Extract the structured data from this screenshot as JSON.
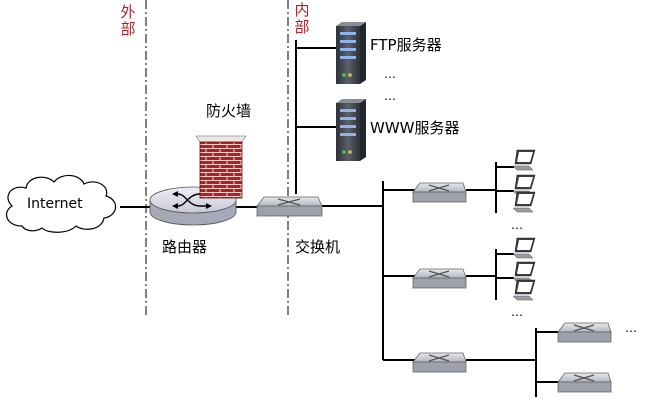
{
  "zones": {
    "outside": "外部",
    "inside": "内部"
  },
  "labels": {
    "internet": "Internet",
    "firewall": "防火墙",
    "router": "路由器",
    "switch": "交换机",
    "ftp_server": "FTP服务器",
    "www_server": "WWW服务器",
    "ellipsis": "…"
  },
  "colors": {
    "zone_text": "#b22222",
    "brick": "#b32020",
    "server": "#4b4f57",
    "switch_body": "#b9bcc5"
  },
  "icons": [
    "cloud-icon",
    "router-icon",
    "firewall-icon",
    "switch-icon",
    "server-icon",
    "computer-icon"
  ]
}
